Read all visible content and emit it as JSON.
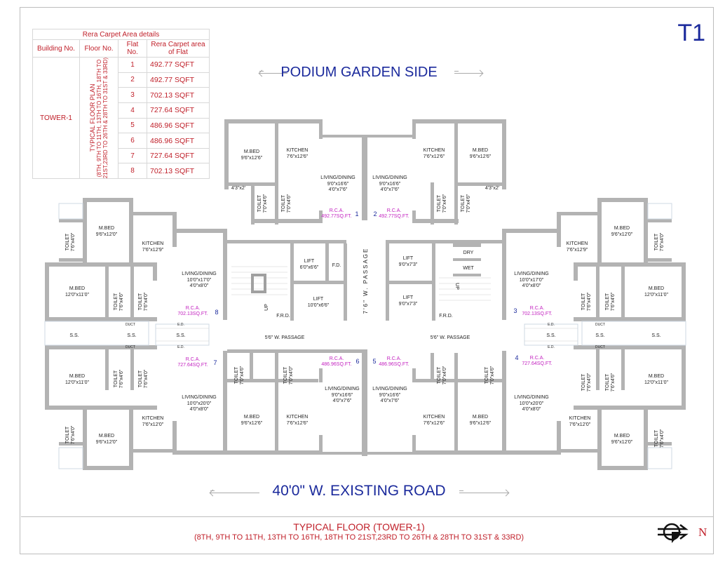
{
  "tag": "T1",
  "podium_label": "PODIUM GARDEN SIDE",
  "road_label": "40'0\" W. EXISTING ROAD",
  "footer": {
    "title": "TYPICAL FLOOR (TOWER-1)",
    "subtitle": "(8TH, 9TH TO 11TH, 13TH TO 16TH, 18TH TO 21ST,23RD TO 26TH & 28TH TO 31ST & 33RD)"
  },
  "compass_label": "N",
  "table": {
    "caption": "Rera Carpet Area details",
    "headers": [
      "Building No.",
      "Floor No.",
      "Flat No.",
      "Rera Carpet area of Flat"
    ],
    "building": "TOWER-1",
    "floor": "TYPICAL FLOOR PLAN",
    "floor_note_1": "(8TH, 9TH TO 11TH, 13TH TO 16TH, 18TH TO",
    "floor_note_2": "21ST,23RD TO 26TH & 28TH TO 31ST & 33RD)",
    "rows": [
      {
        "flat": "1",
        "area": "492.77 SQFT"
      },
      {
        "flat": "2",
        "area": "492.77 SQFT"
      },
      {
        "flat": "3",
        "area": "702.13 SQFT"
      },
      {
        "flat": "4",
        "area": "727.64 SQFT"
      },
      {
        "flat": "5",
        "area": "486.96 SQFT"
      },
      {
        "flat": "6",
        "area": "486.96 SQFT"
      },
      {
        "flat": "7",
        "area": "727.64 SQFT"
      },
      {
        "flat": "8",
        "area": "702.13 SQFT"
      }
    ]
  },
  "plan": {
    "rooms": {
      "mbed": "M.BED",
      "kitchen": "KITCHEN",
      "toilet": "TOILET",
      "living": "LIVING/DINING",
      "lift": "LIFT",
      "dry": "DRY",
      "wet": "WET",
      "fd": "F.D.",
      "frd": "F.R.D.",
      "up": "UP",
      "ss": "S.S.",
      "duct": "DUCT",
      "ed": "E.D.",
      "rca": "R.C.A."
    },
    "dims": {
      "d9612_6": "9'6\"x12'6\"",
      "d7612_6": "7'6\"x12'6\"",
      "d9016_6": "9'0\"x16'6\"",
      "d4076": "4'0\"x7'6\"",
      "d43x2": "4'3\"x2'",
      "d7046": "7'0\"x4'6\"",
      "d9612_0": "9'6\"x12'0\"",
      "d7612_9": "7'6\"x12'9\"",
      "d7640": "7'6\"x4'0\"",
      "d7646": "7'6\"x4'6\"",
      "d10017": "10'0\"x17'0\"",
      "d4080": "4'0\"x8'0\"",
      "d12011": "12'0\"x11'0\"",
      "d6066": "6'0\"x6'6\"",
      "d10066": "10'0\"x6'6\"",
      "d9073": "9'0\"x7'3\"",
      "d10020": "10'0\"x20'0\"",
      "d7612_0": "7'6\"x12'0\"",
      "d7040": "7'0\"x4'0\""
    },
    "passage_vertical": "7'6\" W. PASSAGE",
    "passage_left": "5'6\" W. PASSAGE",
    "passage_right": "5'6\" W. PASSAGE",
    "rca_values": {
      "f1": "492.77SQ.FT.",
      "f2": "492.77SQ.FT.",
      "f3": "702.13SQ.FT.",
      "f4": "727.64SQ.FT.",
      "f5": "486.96SQ.FT.",
      "f6": "486.96SQ.FT.",
      "f7": "727.64SQ.FT.",
      "f8": "702.13SQ.FT."
    },
    "flat_numbers": [
      "1",
      "2",
      "3",
      "4",
      "5",
      "6",
      "7",
      "8"
    ]
  }
}
